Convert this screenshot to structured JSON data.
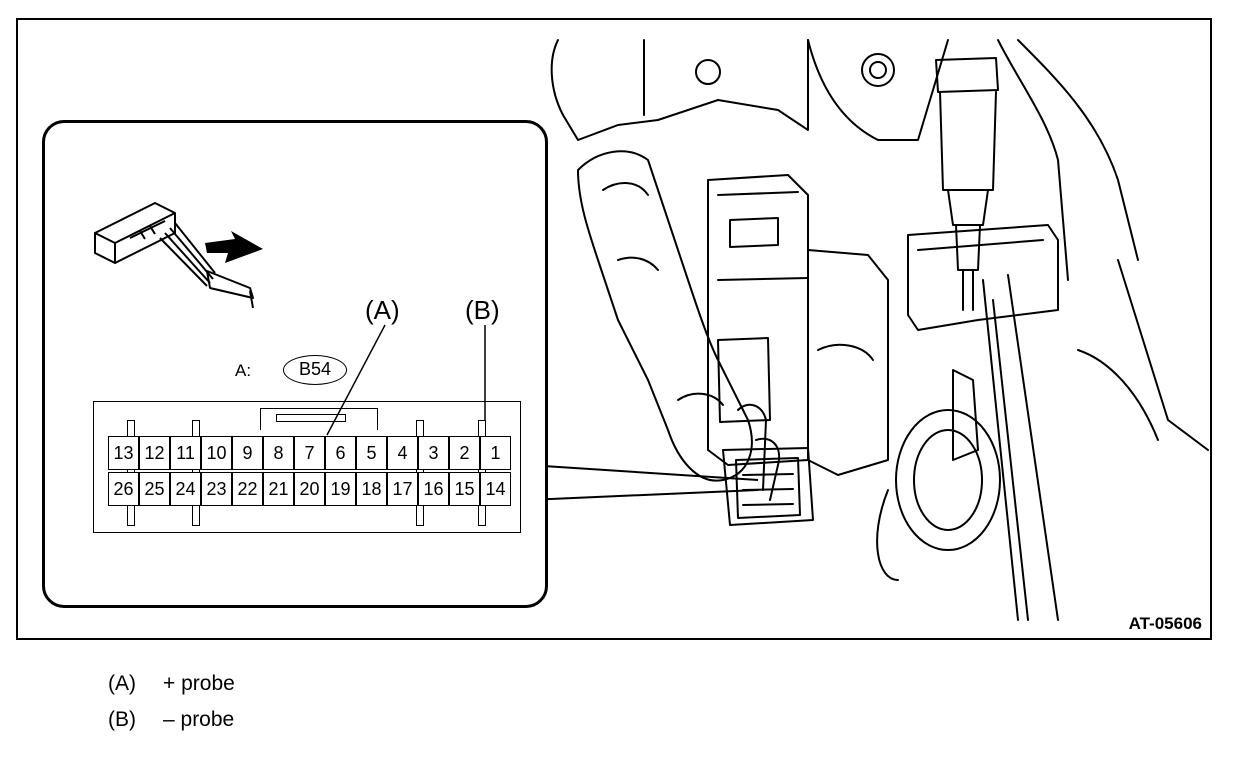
{
  "figure": {
    "id": "AT-05606",
    "label_a": "(A)",
    "label_b": "(B)",
    "connector_prefix": "A:",
    "connector_name": "B54",
    "pins_top": [
      "13",
      "12",
      "11",
      "10",
      "9",
      "8",
      "7",
      "6",
      "5",
      "4",
      "3",
      "2",
      "1"
    ],
    "pins_bottom": [
      "26",
      "25",
      "24",
      "23",
      "22",
      "21",
      "20",
      "19",
      "18",
      "17",
      "16",
      "15",
      "14"
    ]
  },
  "legend": [
    {
      "key": "(A)",
      "text": "+ probe"
    },
    {
      "key": "(B)",
      "text": "– probe"
    }
  ]
}
